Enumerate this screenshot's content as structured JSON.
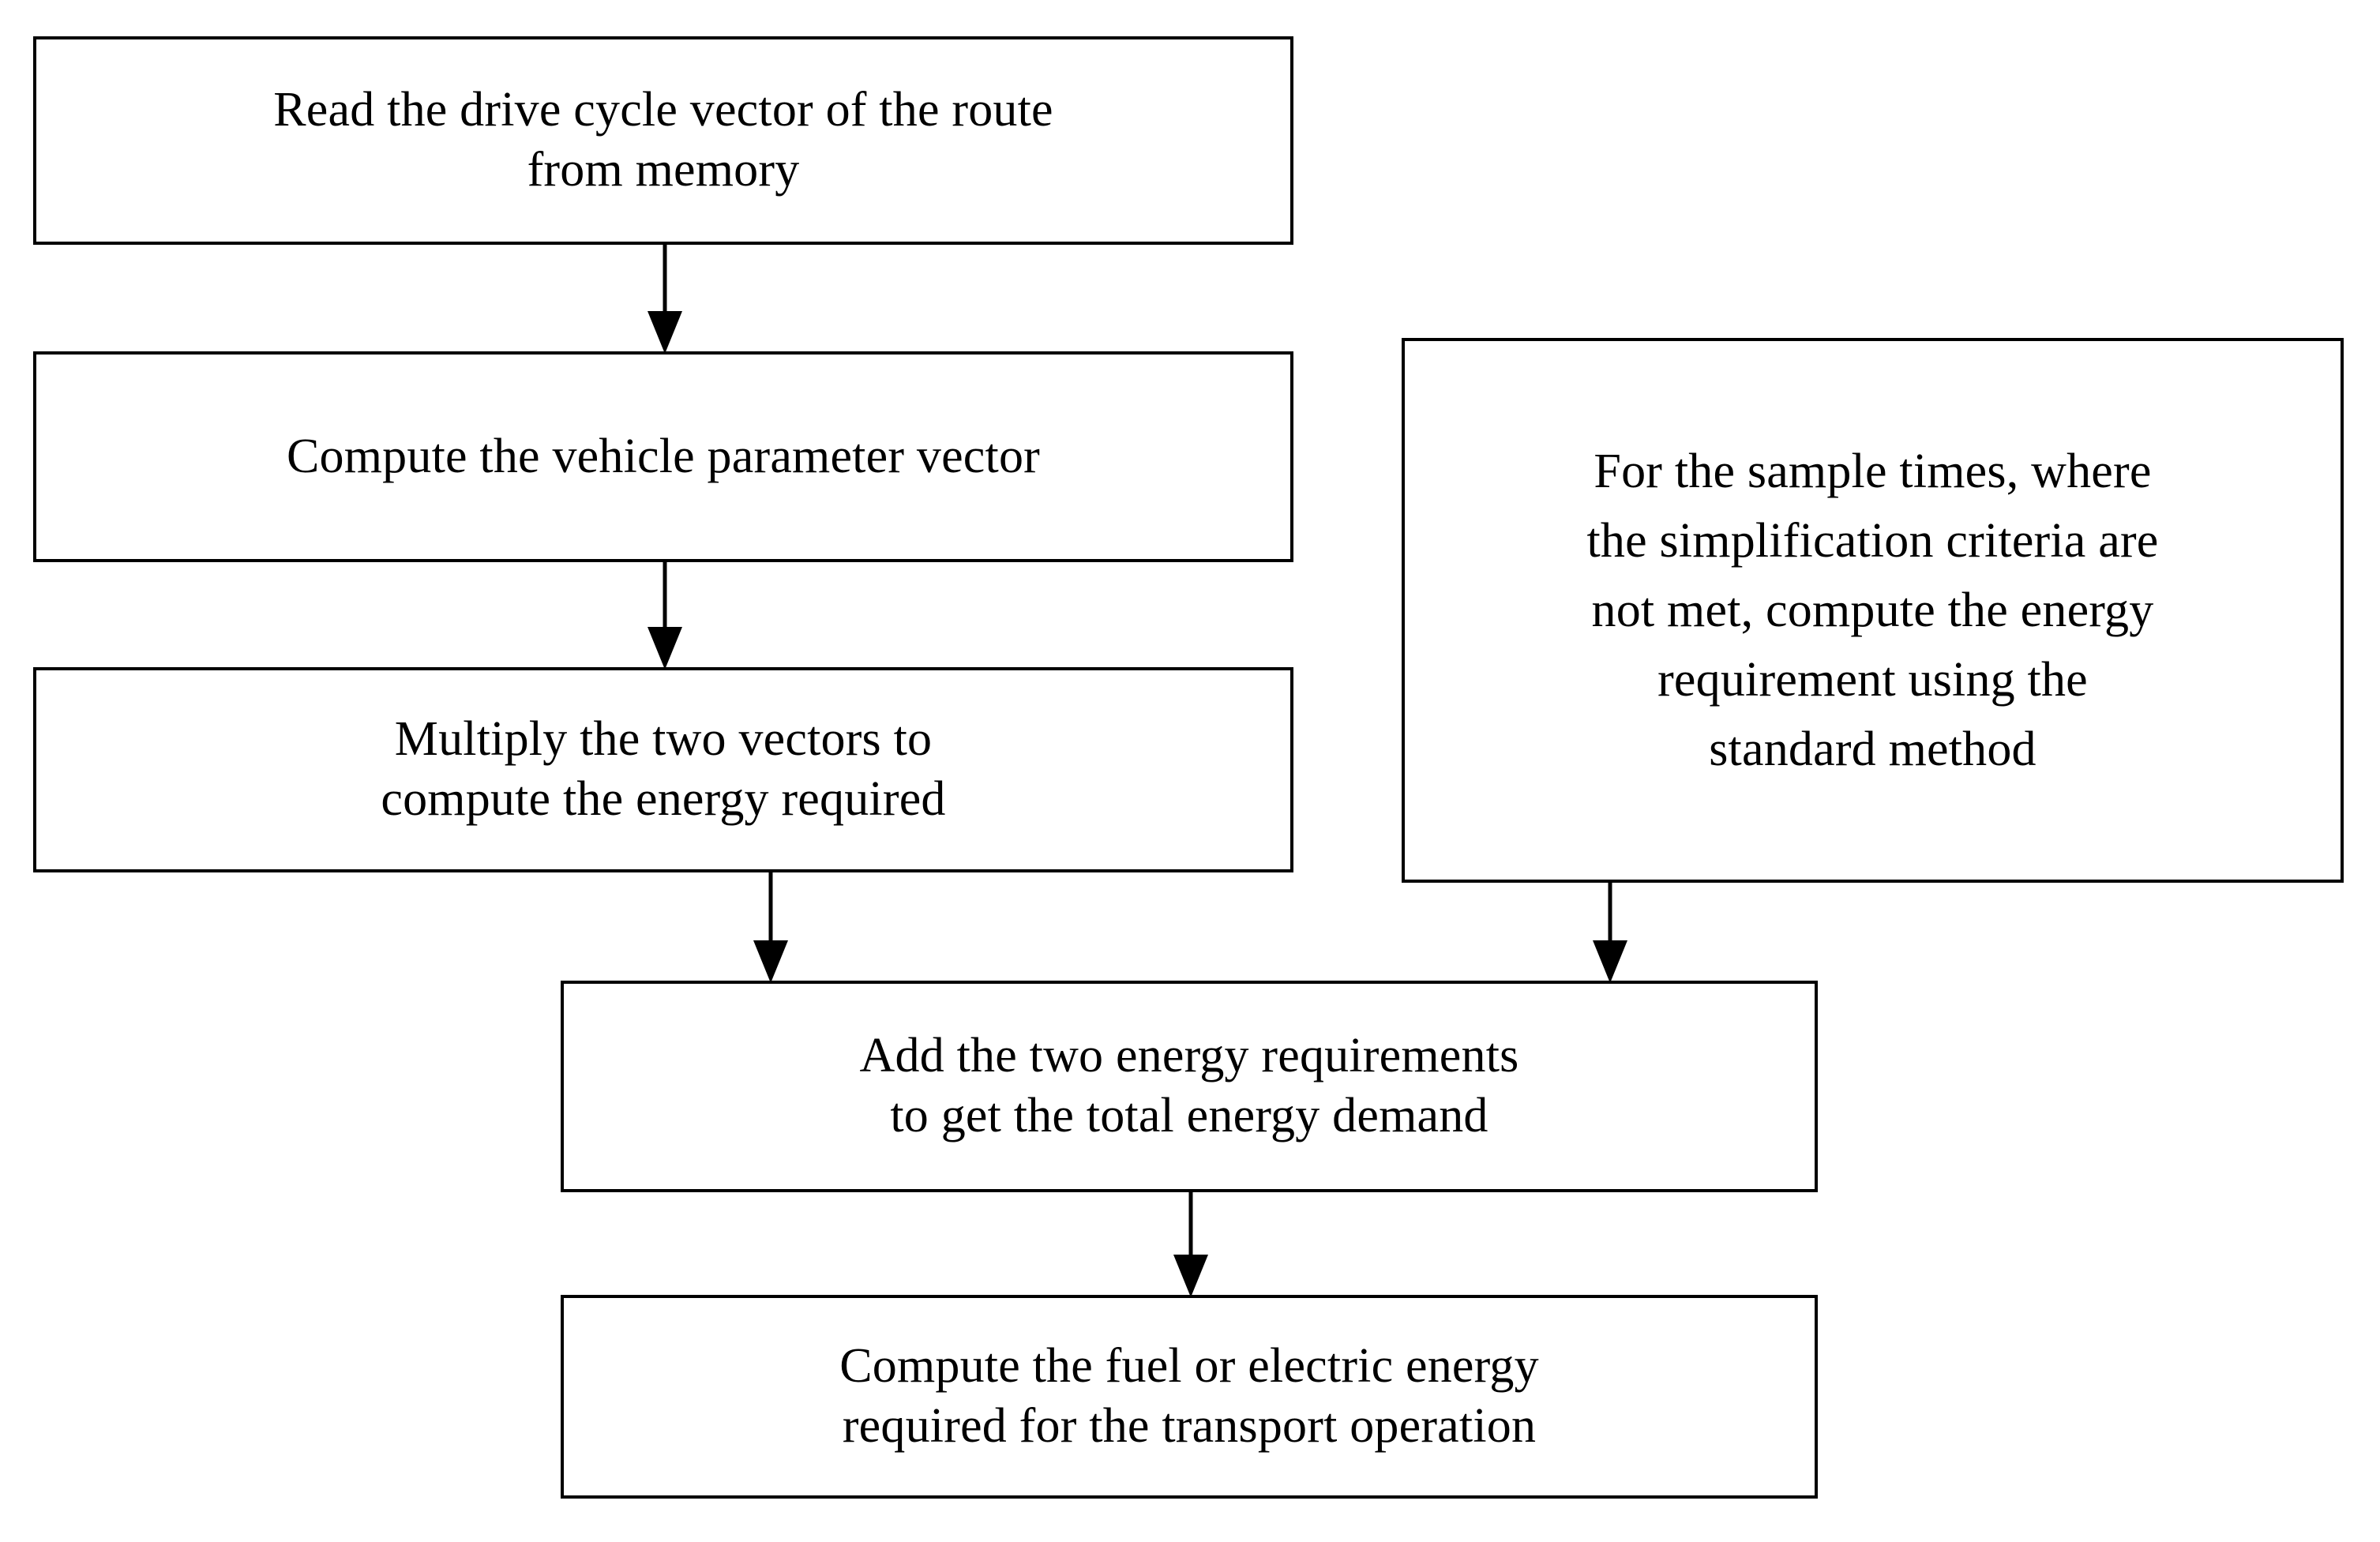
{
  "diagram": {
    "type": "flowchart",
    "orientation": "top-to-bottom",
    "background_color": "#ffffff",
    "line_color": "#000000",
    "text_color": "#000000",
    "nodes": [
      {
        "id": "read-drive-cycle",
        "shape": "rectangle",
        "text": "Read the drive cycle vector of the route\nfrom memory"
      },
      {
        "id": "compute-vehicle-parameter",
        "shape": "rectangle",
        "text": "Compute the vehicle parameter vector"
      },
      {
        "id": "multiply-vectors",
        "shape": "rectangle",
        "text": "Multiply the two vectors to\ncompute the energy required"
      },
      {
        "id": "standard-method",
        "shape": "rectangle",
        "text": "For the sample times, where\nthe simplification criteria are\nnot met, compute the energy\nrequirement using the\nstandard method"
      },
      {
        "id": "add-energy-requirements",
        "shape": "rectangle",
        "text": "Add the two energy requirements\nto get the total energy demand"
      },
      {
        "id": "compute-fuel-electric",
        "shape": "rectangle",
        "text": "Compute the fuel or electric energy\nrequired for the transport operation"
      }
    ],
    "edges": [
      {
        "id": "edge-read-to-compute-vehicle",
        "from": "read-drive-cycle",
        "to": "compute-vehicle-parameter",
        "arrowhead": "filled-triangle"
      },
      {
        "id": "edge-compute-vehicle-to-multiply",
        "from": "compute-vehicle-parameter",
        "to": "multiply-vectors",
        "arrowhead": "filled-triangle"
      },
      {
        "id": "edge-multiply-to-add",
        "from": "multiply-vectors",
        "to": "add-energy-requirements",
        "arrowhead": "filled-triangle"
      },
      {
        "id": "edge-standard-to-add",
        "from": "standard-method",
        "to": "add-energy-requirements",
        "arrowhead": "filled-triangle"
      },
      {
        "id": "edge-add-to-compute-fuel",
        "from": "add-energy-requirements",
        "to": "compute-fuel-electric",
        "arrowhead": "filled-triangle"
      }
    ]
  }
}
